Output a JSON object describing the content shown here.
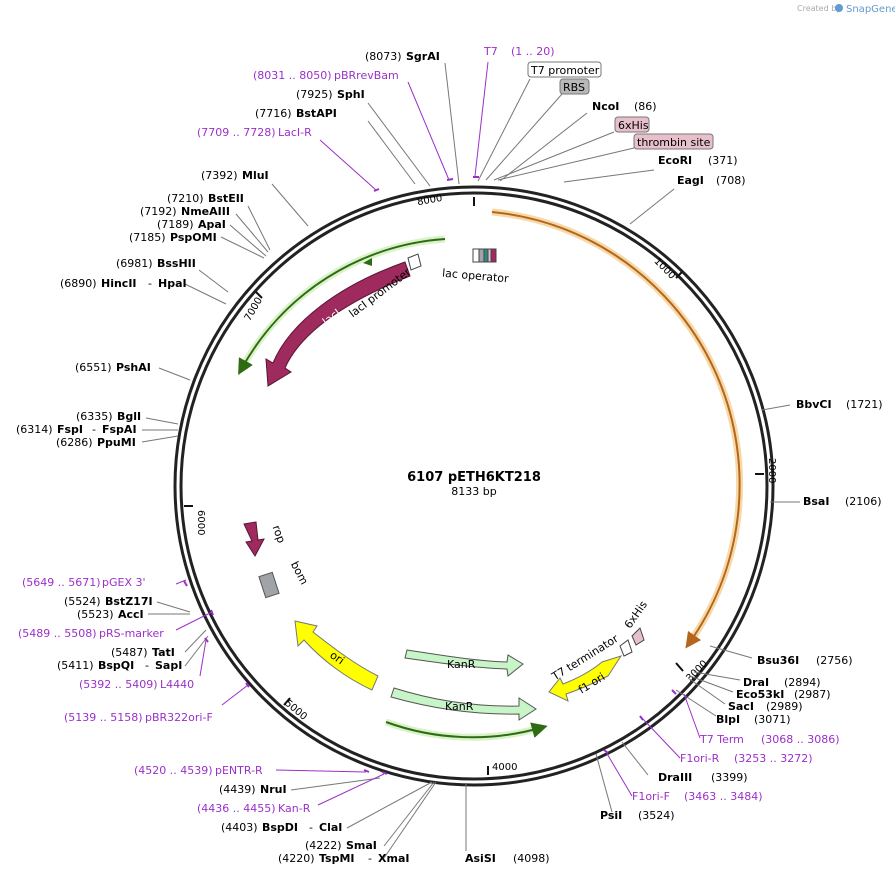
{
  "header": {
    "created_by": "Created by",
    "brand": "SnapGene"
  },
  "map": {
    "name": "6107 pETH6KT218",
    "length": "8133 bp",
    "ticks": [
      "1000",
      "2000",
      "3000",
      "4000",
      "5000",
      "6000",
      "7000",
      "8000"
    ]
  },
  "features": {
    "lac_operator": "lac operator",
    "laci_promoter": "lacI promoter",
    "laci": "lacI",
    "rop": "rop",
    "bom": "bom",
    "ori": "ori",
    "kanr_1": "KanR",
    "kanr_2": "KanR",
    "f1_ori": "f1 ori",
    "t7_terminator": "T7 terminator",
    "his_6x": "6xHis"
  },
  "boxed_labels": {
    "t7_promoter": "T7 promoter",
    "rbs": "RBS",
    "his_6x": "6xHis",
    "thrombin_site": "thrombin site"
  },
  "sites": {
    "sgrai": {
      "pos": "(8073)",
      "name": "SgrAI"
    },
    "sphi": {
      "pos": "(7925)",
      "name": "SphI"
    },
    "bstapi": {
      "pos": "(7716)",
      "name": "BstAPI"
    },
    "mlui": {
      "pos": "(7392)",
      "name": "MluI"
    },
    "bsteii": {
      "pos": "(7210)",
      "name": "BstEII"
    },
    "nmeaiii": {
      "pos": "(7192)",
      "name": "NmeAIII"
    },
    "apai": {
      "pos": "(7189)",
      "name": "ApaI"
    },
    "pspomi": {
      "pos": "(7185)",
      "name": "PspOMI"
    },
    "bsshii": {
      "pos": "(6981)",
      "name": "BssHII"
    },
    "hincii": {
      "pos": "(6890)",
      "name": "HincII",
      "name2": "HpaI"
    },
    "pshai": {
      "pos": "(6551)",
      "name": "PshAI"
    },
    "bgli": {
      "pos": "(6335)",
      "name": "BglI"
    },
    "fspi": {
      "pos": "(6314)",
      "name": "FspI",
      "name2": "FspAI"
    },
    "ppumi": {
      "pos": "(6286)",
      "name": "PpuMI"
    },
    "bstz17i": {
      "pos": "(5524)",
      "name": "BstZ17I"
    },
    "acci": {
      "pos": "(5523)",
      "name": "AccI"
    },
    "tati": {
      "pos": "(5487)",
      "name": "TatI"
    },
    "bspqi": {
      "pos": "(5411)",
      "name": "BspQI",
      "name2": "SapI"
    },
    "nrui": {
      "pos": "(4439)",
      "name": "NruI"
    },
    "bspdi": {
      "pos": "(4403)",
      "name": "BspDI",
      "name2": "ClaI"
    },
    "smai": {
      "pos": "(4222)",
      "name": "SmaI"
    },
    "tspmi": {
      "pos": "(4220)",
      "name": "TspMI",
      "name2": "XmaI"
    },
    "asisi": {
      "name": "AsiSI",
      "pos": "(4098)"
    },
    "psii": {
      "name": "PsiI",
      "pos": "(3524)"
    },
    "draiii": {
      "name": "DraIII",
      "pos": "(3399)"
    },
    "blpi": {
      "name": "BlpI",
      "pos": "(3071)"
    },
    "saci": {
      "name": "SacI",
      "pos": "(2989)"
    },
    "eco53ki": {
      "name": "Eco53kI",
      "pos": "(2987)"
    },
    "drai": {
      "name": "DraI",
      "pos": "(2894)"
    },
    "bsu36i": {
      "name": "Bsu36I",
      "pos": "(2756)"
    },
    "bsai": {
      "name": "BsaI",
      "pos": "(2106)"
    },
    "bbvci": {
      "name": "BbvCI",
      "pos": "(1721)"
    },
    "eagi": {
      "name": "EagI",
      "pos": "(708)"
    },
    "ecori": {
      "name": "EcoRI",
      "pos": "(371)"
    },
    "ncoi": {
      "name": "NcoI",
      "pos": "(86)"
    }
  },
  "primers": {
    "t7": {
      "name": "T7",
      "range": "(1 .. 20)"
    },
    "pbrrevbam": {
      "range": "(8031 .. 8050)",
      "name": "pBRrevBam"
    },
    "laci_r": {
      "range": "(7709 .. 7728)",
      "name": "LacI-R"
    },
    "pgex3": {
      "range": "(5649 .. 5671)",
      "name": "pGEX 3'"
    },
    "prs_marker": {
      "range": "(5489 .. 5508)",
      "name": "pRS-marker"
    },
    "l4440": {
      "range": "(5392 .. 5409)",
      "name": "L4440"
    },
    "pbr322ori_f": {
      "range": "(5139 .. 5158)",
      "name": "pBR322ori-F"
    },
    "pentr_r": {
      "range": "(4520 .. 4539)",
      "name": "pENTR-R"
    },
    "kan_r": {
      "range": "(4436 .. 4455)",
      "name": "Kan-R"
    },
    "t7term": {
      "name": "T7 Term",
      "range": "(3068 .. 3086)"
    },
    "f1ori_r": {
      "name": "F1ori-R",
      "range": "(3253 .. 3272)"
    },
    "f1ori_f": {
      "name": "F1ori-F",
      "range": "(3463 .. 3484)"
    }
  },
  "colors": {
    "backbone": "#222222",
    "primer": "#9b30c9",
    "laci": "#9e2a5e",
    "rop": "#9e2a5e",
    "orf_gold": "#e8a23c",
    "orf_green": "#5aa02c",
    "kanr": "#c8f5c8",
    "ori": "#ffff00",
    "bom": "#a0a4a8",
    "rbs_box": "#b8b8b8",
    "his_box": "#e8c0cc"
  }
}
